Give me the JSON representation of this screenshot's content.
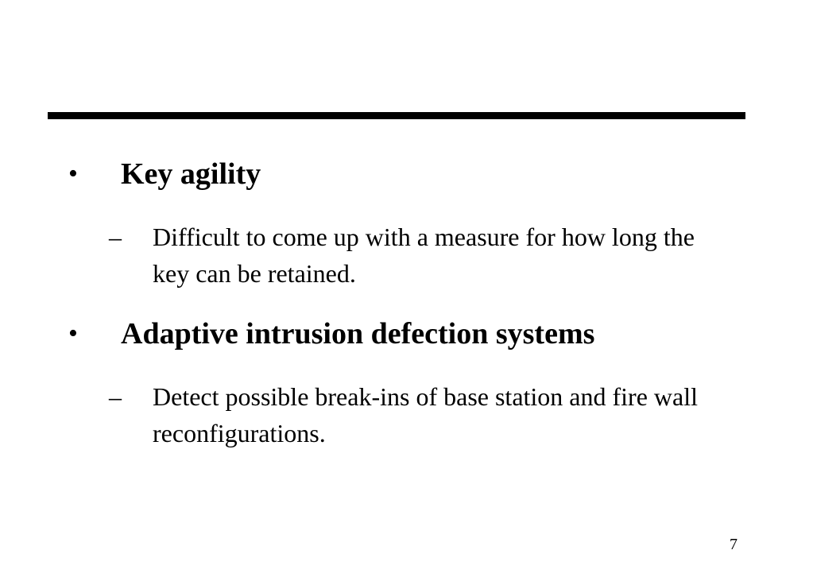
{
  "slide": {
    "bullets": [
      {
        "marker": "•",
        "heading": "Key agility",
        "sub": {
          "marker": "–",
          "text": "Difficult to come up with a measure for how long the key can be retained."
        }
      },
      {
        "marker": "•",
        "heading": "Adaptive intrusion defection systems",
        "sub": {
          "marker": "–",
          "text": "Detect possible break-ins of base station and fire wall reconfigurations."
        }
      }
    ],
    "page_number": "7"
  }
}
